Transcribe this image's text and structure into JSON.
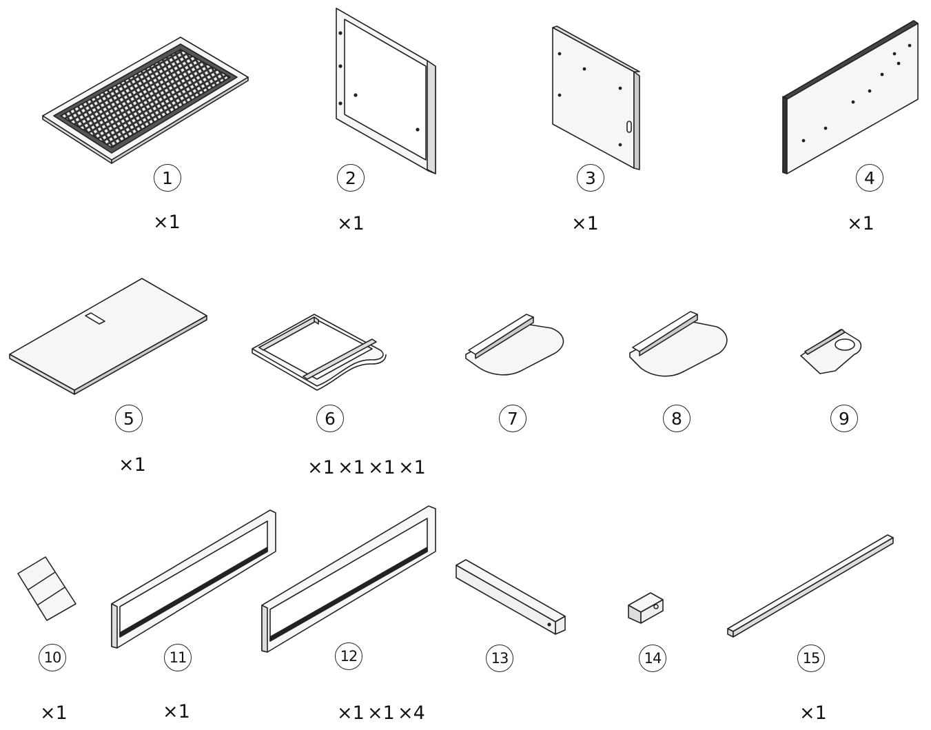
{
  "parts": [
    {
      "id": "part-1",
      "number": "1",
      "quantity": "×1"
    },
    {
      "id": "part-2",
      "number": "2",
      "quantity": "×1"
    },
    {
      "id": "part-3",
      "number": "3",
      "quantity": "×1"
    },
    {
      "id": "part-4",
      "number": "4",
      "quantity": "×1"
    },
    {
      "id": "part-5",
      "number": "5",
      "quantity": "×1"
    },
    {
      "id": "part-6",
      "number": "6",
      "quantity": "×1"
    },
    {
      "id": "part-7",
      "number": "7",
      "quantity": "×1"
    },
    {
      "id": "part-8",
      "number": "8",
      "quantity": "×1"
    },
    {
      "id": "part-9",
      "number": "9",
      "quantity": "×1"
    },
    {
      "id": "part-10",
      "number": "10",
      "quantity": "×1"
    },
    {
      "id": "part-11",
      "number": "11",
      "quantity": "×1"
    },
    {
      "id": "part-12",
      "number": "12",
      "quantity": "×1"
    },
    {
      "id": "part-13",
      "number": "13",
      "quantity": "×1"
    },
    {
      "id": "part-14",
      "number": "14",
      "quantity": "×4"
    },
    {
      "id": "part-15",
      "number": "15",
      "quantity": "×1"
    }
  ],
  "colors": {
    "line": "#222222",
    "background": "#ffffff",
    "fill": "#f4f4f4"
  }
}
